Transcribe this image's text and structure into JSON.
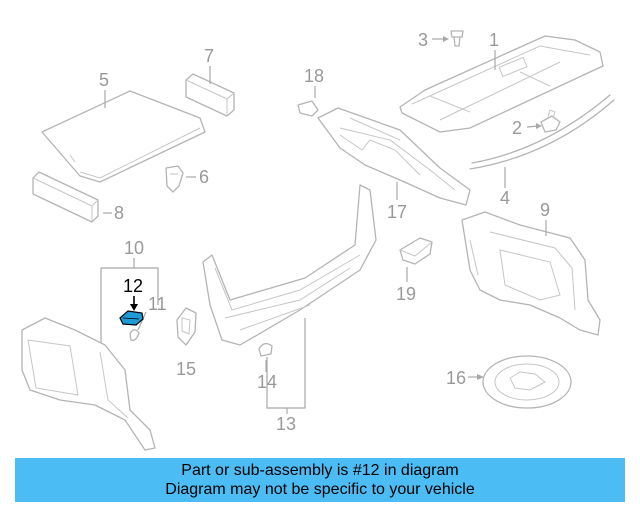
{
  "callouts": {
    "c1": "1",
    "c2": "2",
    "c3": "3",
    "c4": "4",
    "c5": "5",
    "c6": "6",
    "c7": "7",
    "c8": "8",
    "c9": "9",
    "c10": "10",
    "c11": "11",
    "c12": "12",
    "c13": "13",
    "c14": "14",
    "c15": "15",
    "c16": "16",
    "c17": "17",
    "c18": "18",
    "c19": "19"
  },
  "highlight": {
    "part": "12",
    "color": "#1e9bd7"
  },
  "banner": {
    "line1": "Part or sub-assembly is #12 in diagram",
    "line2": "Diagram may not be specific to your vehicle",
    "color": "#4cbcf4"
  }
}
